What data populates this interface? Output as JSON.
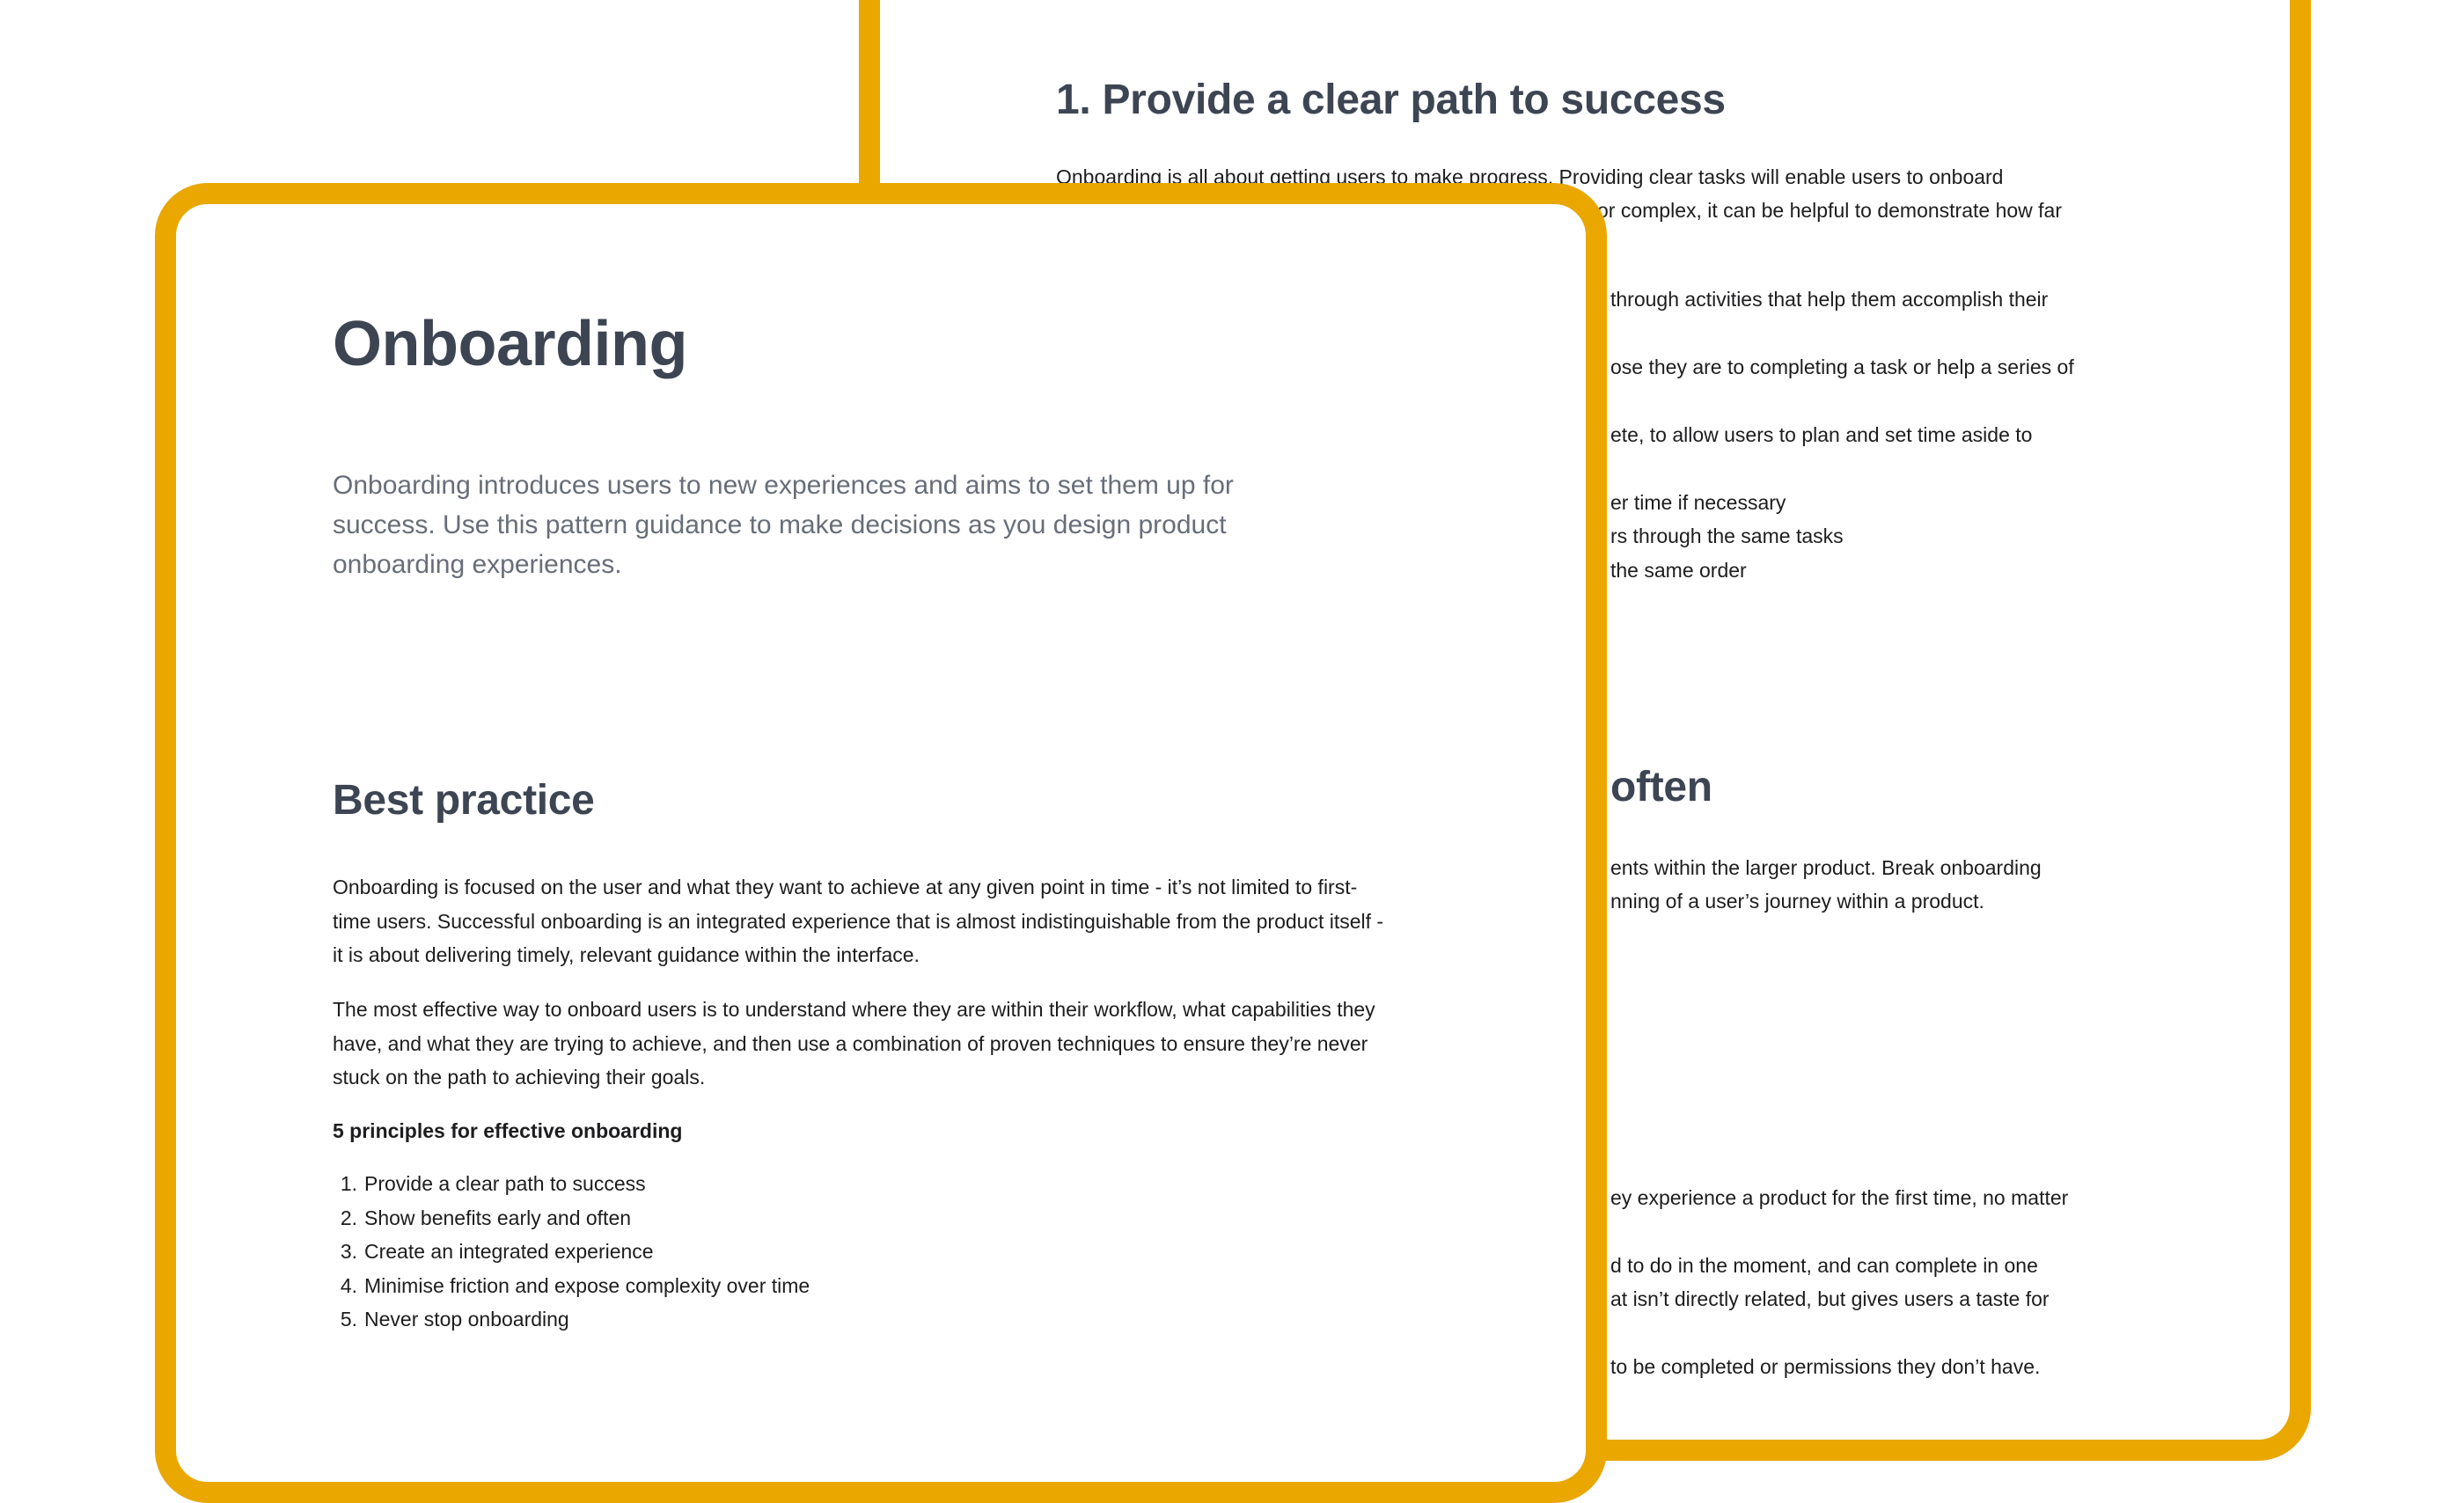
{
  "brand": {
    "accent": "#E9A700",
    "heading": "#3D4553",
    "muted": "#676E79"
  },
  "back_card": {
    "section1_title": "1. Provide a clear path to success",
    "section1_lines": [
      "Onboarding is all about getting users to make progress. Providing clear tasks will enable users to onboard",
      "or complex, it can be helpful to demonstrate how far",
      "through activities that help them accomplish their",
      "ose they are to completing a task or help a series of",
      "ete, to allow users to plan and set time aside to",
      "er time if necessary",
      "rs through the same tasks",
      "the same order"
    ],
    "section2_title_fragment": "often",
    "section2_lines": [
      "ents within the larger product. Break onboarding",
      "nning of a user’s journey within a product."
    ],
    "section3_lines": [
      "ey experience a product for the first time, no matter",
      "d to do in the moment, and can complete in one",
      "at isn’t directly related, but gives users a taste for",
      "to be completed or permissions they don’t have."
    ]
  },
  "front_card": {
    "title": "Onboarding",
    "intro": "Onboarding introduces users to new experiences and aims to set them up for success. Use this pattern guidance to make decisions as you design product onboarding experiences.",
    "best_practice_heading": "Best practice",
    "paragraph1": "Onboarding is focused on the user and what they want to achieve at any given point in time - it’s not limited to first-time users. Successful onboarding is an integrated experience that is almost indistinguishable from the product itself - it is about delivering timely, relevant guidance within the interface.",
    "paragraph2": "The most effective way to onboard users is to understand where they are within their workflow, what capabilities they have, and what they are trying to achieve, and then use a combination of proven techniques to ensure they’re never stuck on the path to achieving their goals.",
    "principles_label": "5 principles for effective onboarding",
    "principles": [
      {
        "num": "1.",
        "text": "Provide a clear path to success"
      },
      {
        "num": "2.",
        "text": "Show benefits early and often"
      },
      {
        "num": "3.",
        "text": "Create an integrated experience"
      },
      {
        "num": "4.",
        "text": "Minimise friction and expose complexity over time"
      },
      {
        "num": "5.",
        "text": "Never stop onboarding"
      }
    ]
  }
}
